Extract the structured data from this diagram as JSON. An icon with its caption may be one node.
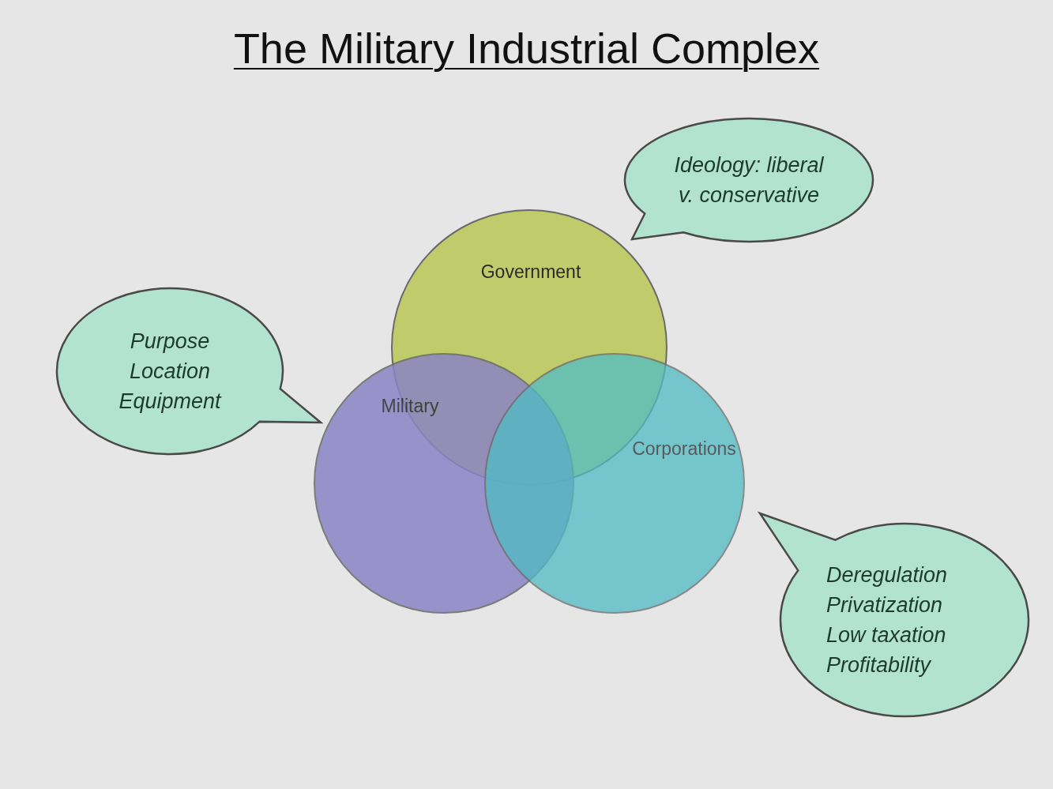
{
  "diagram": {
    "title": "The Military Industrial Complex",
    "nodes": [
      {
        "text": [
          "Government"
        ]
      },
      {
        "text": [
          "Military"
        ]
      },
      {
        "text": [
          "Corporations"
        ]
      },
      {
        "text": [
          "Ideology: liberal v. conservative"
        ]
      },
      {
        "text": [
          "Purpose",
          "Location",
          "Equipment"
        ]
      },
      {
        "text": [
          "Deregulation",
          "Privatization",
          "Low taxation",
          "Profitability"
        ]
      }
    ]
  }
}
